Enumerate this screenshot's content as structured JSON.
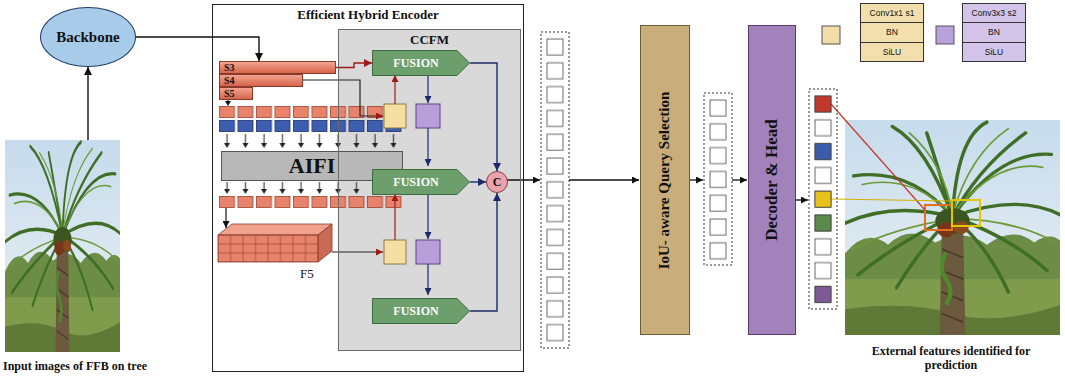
{
  "diagram": {
    "nodes": [
      {
        "text": [
          "Input images of FFB on tree"
        ]
      },
      {
        "text": [
          "Backbone"
        ]
      },
      {
        "text": [
          "Efficient Hybrid Encoder"
        ]
      },
      {
        "text": [
          "S3"
        ],
        "in": 2
      },
      {
        "text": [
          "S4"
        ],
        "in": 2
      },
      {
        "text": [
          "S5"
        ],
        "in": 2
      },
      {
        "text": [
          "AIFI"
        ],
        "in": 2
      },
      {
        "text": [
          "CCFM"
        ],
        "in": 2
      },
      {
        "text": [
          "FUSION"
        ],
        "in": 7
      },
      {
        "text": [
          "FUSION"
        ],
        "in": 7
      },
      {
        "text": [
          "FUSION"
        ],
        "in": 7
      },
      {
        "text": [
          "C"
        ],
        "in": 7
      },
      {
        "text": [
          "IoU- aware Query Selection"
        ]
      },
      {
        "text": [
          "Decoder & Head"
        ]
      },
      {
        "text": [
          "Conv1x1 s1",
          "BN",
          "SiLU"
        ]
      },
      {
        "text": [
          "Conv3x3 s2",
          "BN",
          "SiLU"
        ]
      },
      {
        "text": [
          "External features identified for prediction"
        ]
      }
    ],
    "edges": [
      {
        "from": 0,
        "to": 1,
        "arrow": "to"
      },
      {
        "from": 1,
        "to": 3,
        "arrow": "to"
      },
      {
        "from": 3,
        "to": 8,
        "arrow": "to"
      },
      {
        "from": 8,
        "to": 11,
        "arrow": "to"
      },
      {
        "from": 9,
        "to": 11,
        "arrow": "to"
      },
      {
        "from": 10,
        "to": 11,
        "arrow": "to"
      }
    ],
    "labels": [
      "F5"
    ]
  }
}
